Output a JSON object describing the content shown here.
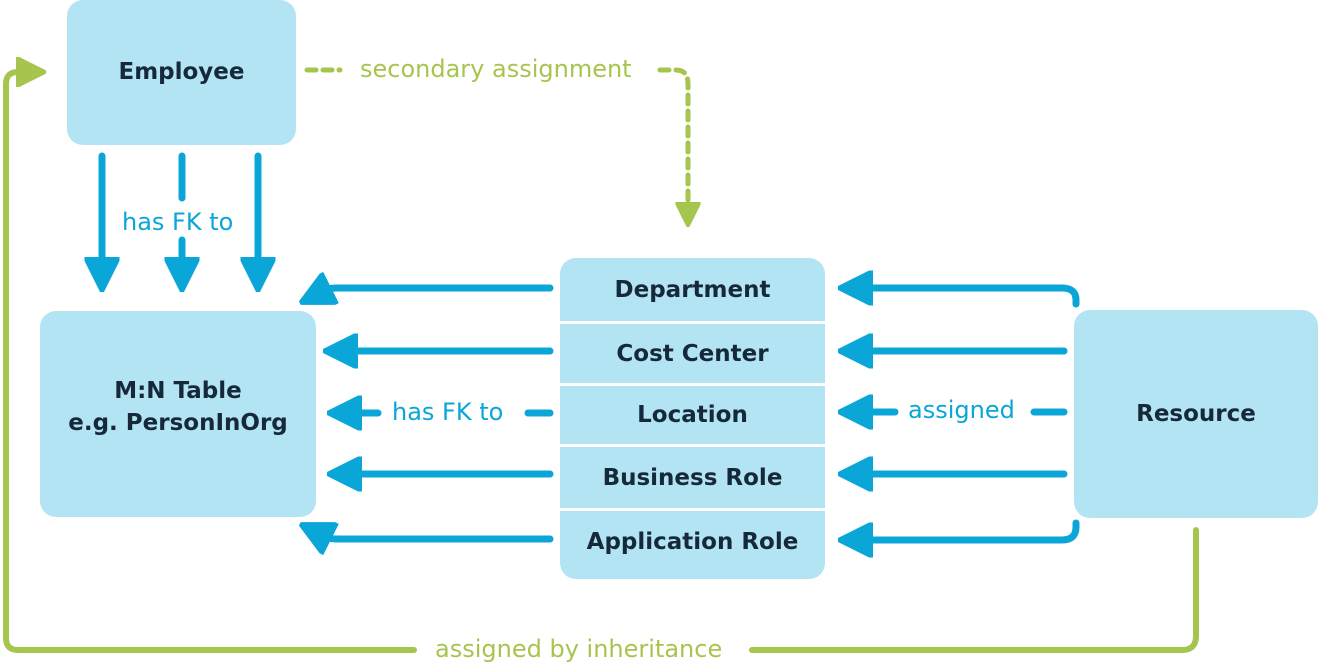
{
  "colors": {
    "box_fill": "#b3e4f3",
    "text_dark": "#16293a",
    "blue_arrow": "#0aa6d8",
    "green_arrow": "#a6c54f"
  },
  "nodes": {
    "employee": "Employee",
    "mn_table_line1": "M:N Table",
    "mn_table_line2": "e.g. PersonInOrg",
    "resource": "Resource",
    "org_stack": [
      "Department",
      "Cost Center",
      "Location",
      "Business Role",
      "Application Role"
    ]
  },
  "edges": {
    "employee_to_mn": "has FK to",
    "org_to_mn": "has FK to",
    "resource_to_org": "assigned",
    "employee_to_org_secondary": "secondary assignment",
    "resource_to_employee_inheritance": "assigned by inheritance"
  }
}
